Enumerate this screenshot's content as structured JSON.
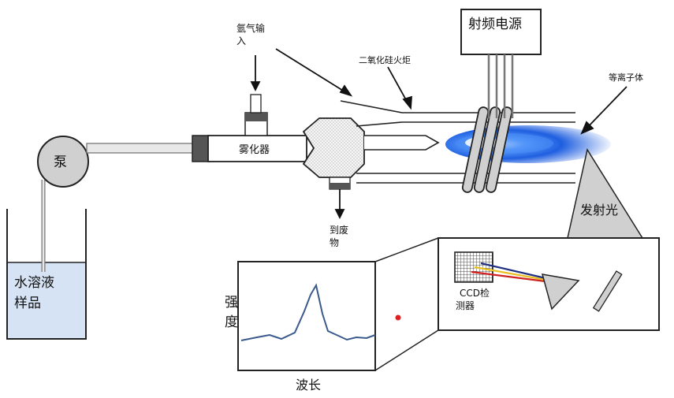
{
  "labels": {
    "pump": "泵",
    "sample_line1": "水溶液",
    "sample_line2": "样品",
    "argon_line1": "氩气输",
    "argon_line2": "入",
    "nebulizer": "雾化器",
    "waste_line1": "到废",
    "waste_line2": "物",
    "torch": "二氧化硅火炬",
    "rf_power": "射频电源",
    "plasma": "等离子体",
    "emission": "发射光",
    "ccd_line1": "CCD检",
    "ccd_line2": "测器",
    "intensity_line1": "强",
    "intensity_line2": "度",
    "wavelength": "波长"
  },
  "colors": {
    "plasma_core": "#1f5fe0",
    "sample_liquid": "#d5e3f5",
    "spectrum_line": "#3a5a8c",
    "laser_dot": "#e02020",
    "rays": [
      "#d02020",
      "#e8c020",
      "#203080"
    ]
  }
}
